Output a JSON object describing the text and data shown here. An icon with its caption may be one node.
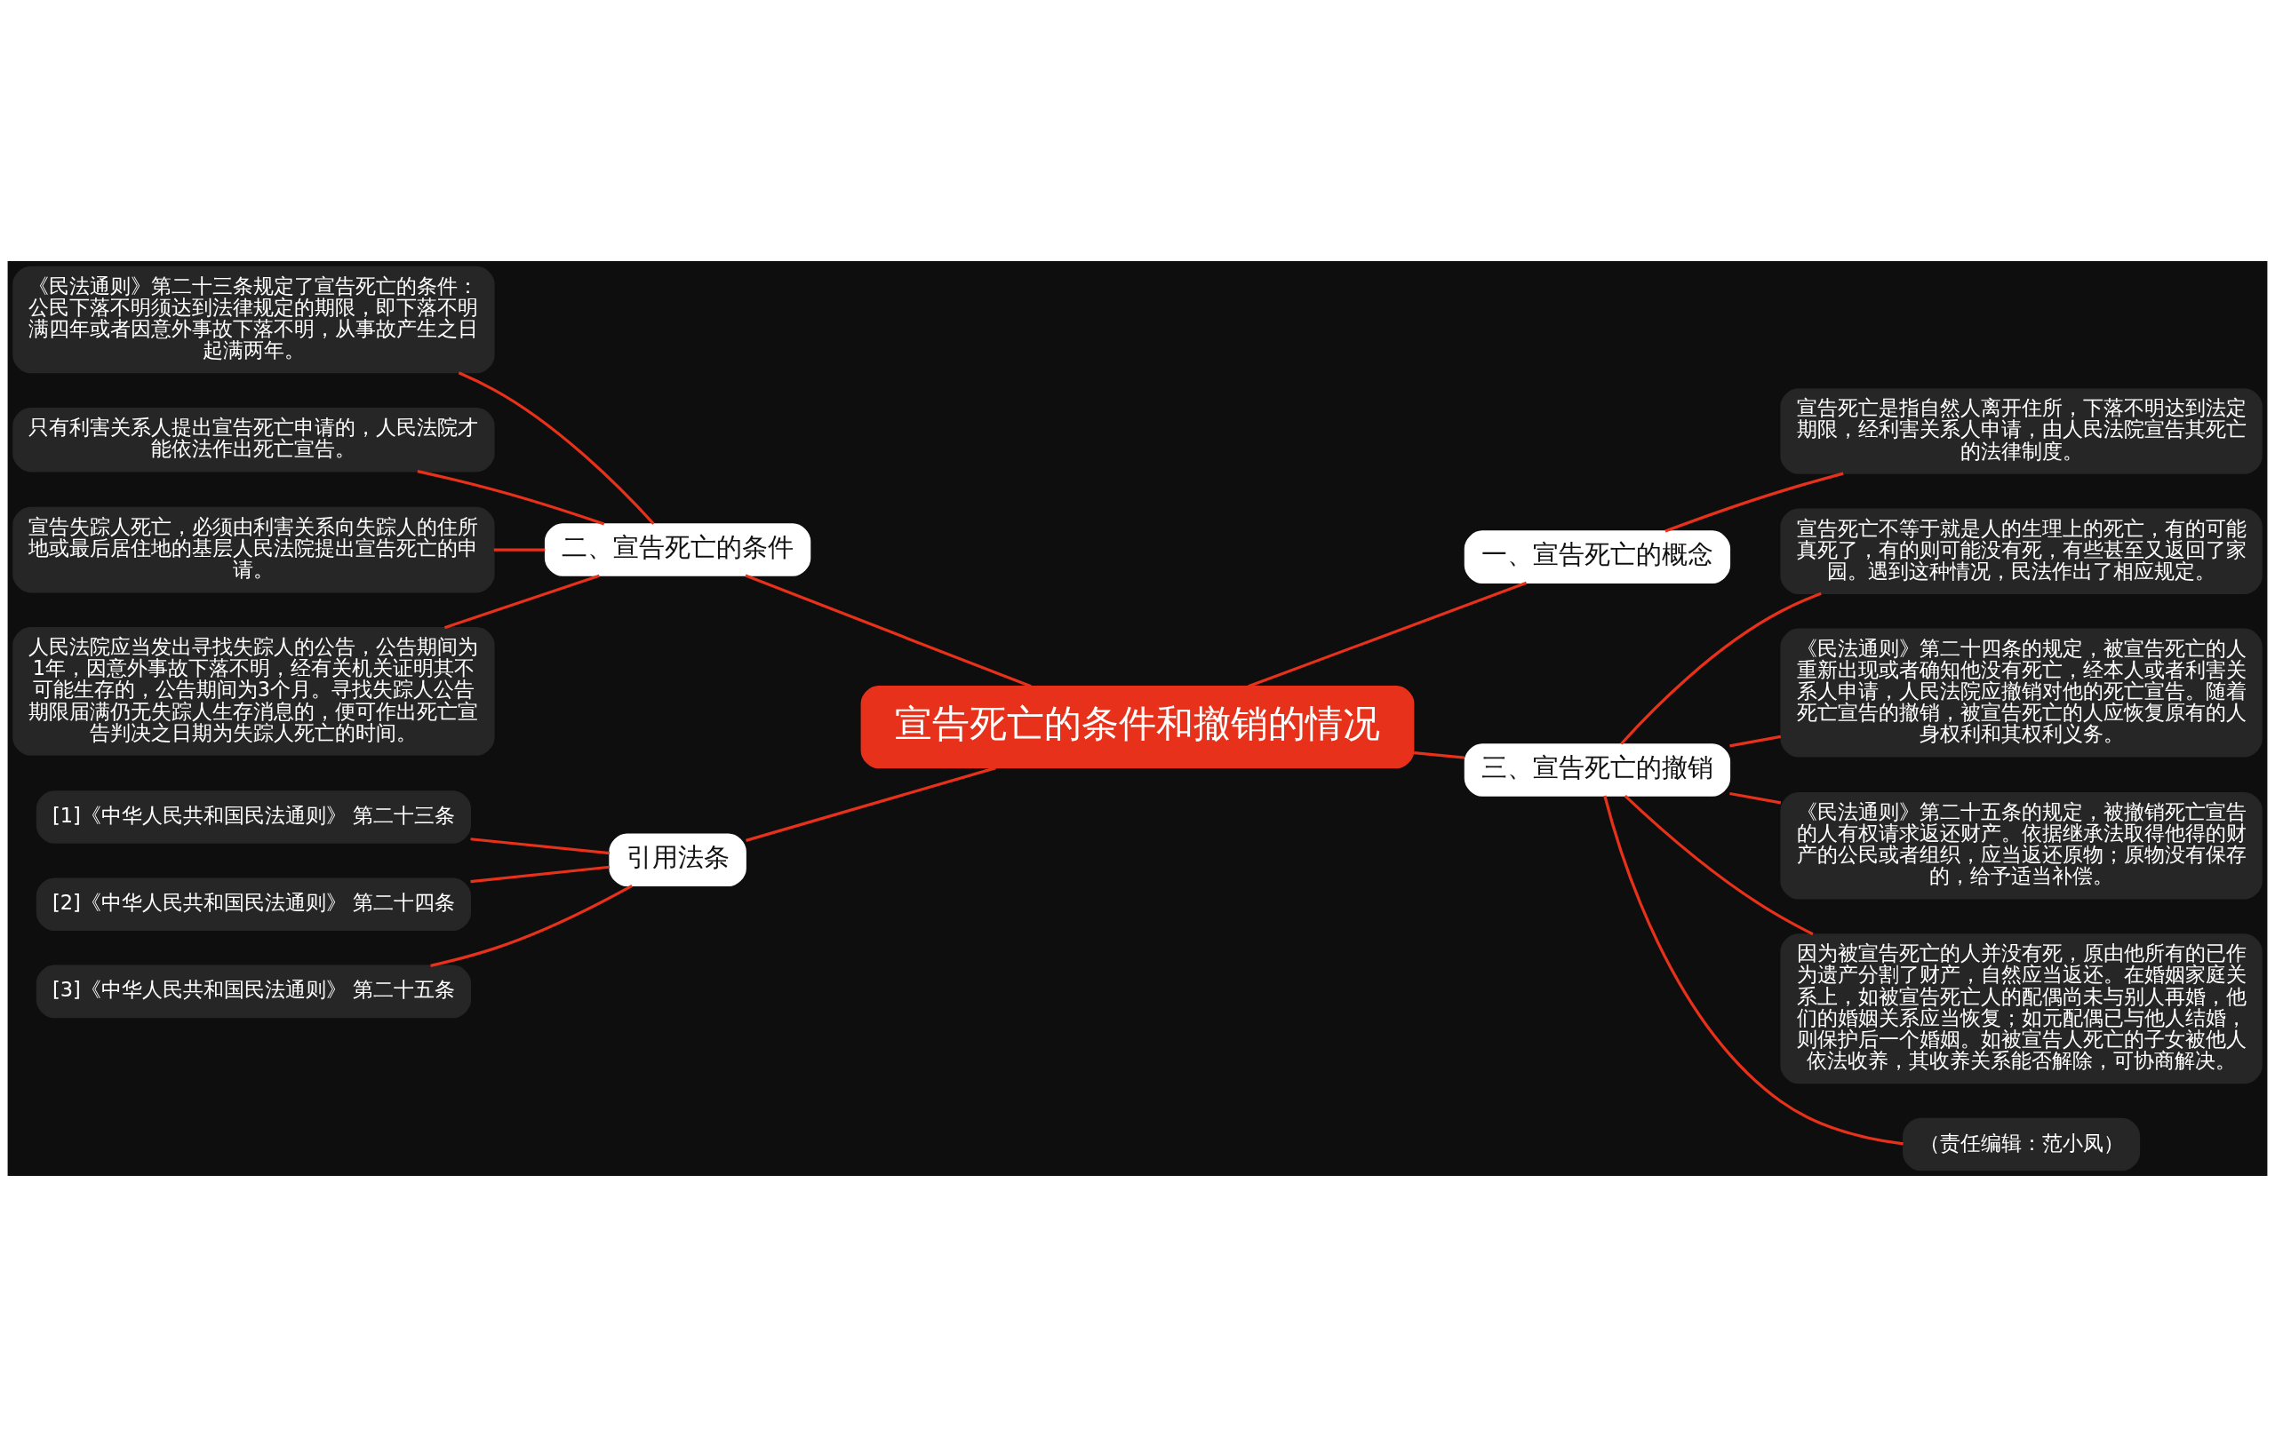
{
  "diagram": {
    "nodes": [
      {
        "text": [
          "宣告死亡的条件和撤销的情况"
        ]
      },
      {
        "text": [
          "二、宣告死亡的条件"
        ]
      },
      {
        "text": [
          "《民法通则》第二十三条规定了宣告死亡的条件：公民下落不明须达到法律规定的期限，即下落不明满四年或者因意外事故下落不明，从事故产生之日起满两年。"
        ]
      },
      {
        "text": [
          "只有利害关系人提出宣告死亡申请的，人民法院才能依法作出死亡宣告。"
        ]
      },
      {
        "text": [
          "宣告失踪人死亡，必须由利害关系向失踪人的住所地或最后居住地的基层人民法院提出宣告死亡的申请。"
        ]
      },
      {
        "text": [
          "人民法院应当发出寻找失踪人的公告，公告期间为1年，因意外事故下落不明，经有关机关证明其不可能生存的，公告期间为3个月。寻找失踪人公告期限届满仍无失踪人生存消息的，便可作出死亡宣告判决之日期为失踪人死亡的时间。"
        ]
      },
      {
        "text": [
          "引用法条"
        ]
      },
      {
        "text": [
          "[1]《中华人民共和国民法通则》 第二十三条"
        ]
      },
      {
        "text": [
          "[2]《中华人民共和国民法通则》 第二十四条"
        ]
      },
      {
        "text": [
          "[3]《中华人民共和国民法通则》 第二十五条"
        ]
      },
      {
        "text": [
          "一、宣告死亡的概念"
        ]
      },
      {
        "text": [
          "宣告死亡是指自然人离开住所，下落不明达到法定期限，经利害关系人申请，由人民法院宣告其死亡的法律制度。"
        ]
      },
      {
        "text": [
          "三、宣告死亡的撤销"
        ]
      },
      {
        "text": [
          "宣告死亡不等于就是人的生理上的死亡，有的可能真死了，有的则可能没有死，有些甚至又返回了家园。遇到这种情况，民法作出了相应规定。"
        ]
      },
      {
        "text": [
          "《民法通则》第二十四条的规定，被宣告死亡的人重新出现或者确知他没有死亡，经本人或者利害关系人申请，人民法院应撤销对他的死亡宣告。随着死亡宣告的撤销，被宣告死亡的人应恢复原有的人身权利和其权利义务。"
        ]
      },
      {
        "text": [
          "《民法通则》第二十五条的规定，被撤销死亡宣告的人有权请求返还财产。依据继承法取得他得的财产的公民或者组织，应当返还原物；原物没有保存的，给予适当补偿。"
        ]
      },
      {
        "text": [
          "因为被宣告死亡的人并没有死，原由他所有的已作为遗产分割了财产，自然应当返还。在婚姻家庭关系上，如被宣告死亡人的配偶尚未与别人再婚，他们的婚姻关系应当恢复；如元配偶已与他人结婚，则保护后一个婚姻。如被宣告人死亡的子女被他人依法收养，其收养关系能否解除，可协商解决。"
        ]
      },
      {
        "text": [
          "（责任编辑：范小凤）"
        ]
      }
    ],
    "edges": [
      {
        "from": 0,
        "to": 1,
        "arrow": "none"
      },
      {
        "from": 1,
        "to": 2,
        "arrow": "none"
      },
      {
        "from": 1,
        "to": 3,
        "arrow": "none"
      },
      {
        "from": 1,
        "to": 4,
        "arrow": "none"
      },
      {
        "from": 1,
        "to": 5,
        "arrow": "none"
      },
      {
        "from": 0,
        "to": 6,
        "arrow": "none"
      },
      {
        "from": 6,
        "to": 7,
        "arrow": "none"
      },
      {
        "from": 6,
        "to": 8,
        "arrow": "none"
      },
      {
        "from": 6,
        "to": 9,
        "arrow": "none"
      },
      {
        "from": 0,
        "to": 10,
        "arrow": "none"
      },
      {
        "from": 10,
        "to": 11,
        "arrow": "none"
      },
      {
        "from": 0,
        "to": 12,
        "arrow": "none"
      },
      {
        "from": 12,
        "to": 13,
        "arrow": "none"
      },
      {
        "from": 12,
        "to": 14,
        "arrow": "none"
      },
      {
        "from": 12,
        "to": 15,
        "arrow": "none"
      },
      {
        "from": 12,
        "to": 16,
        "arrow": "none"
      },
      {
        "from": 12,
        "to": 17,
        "arrow": "none"
      }
    ]
  }
}
